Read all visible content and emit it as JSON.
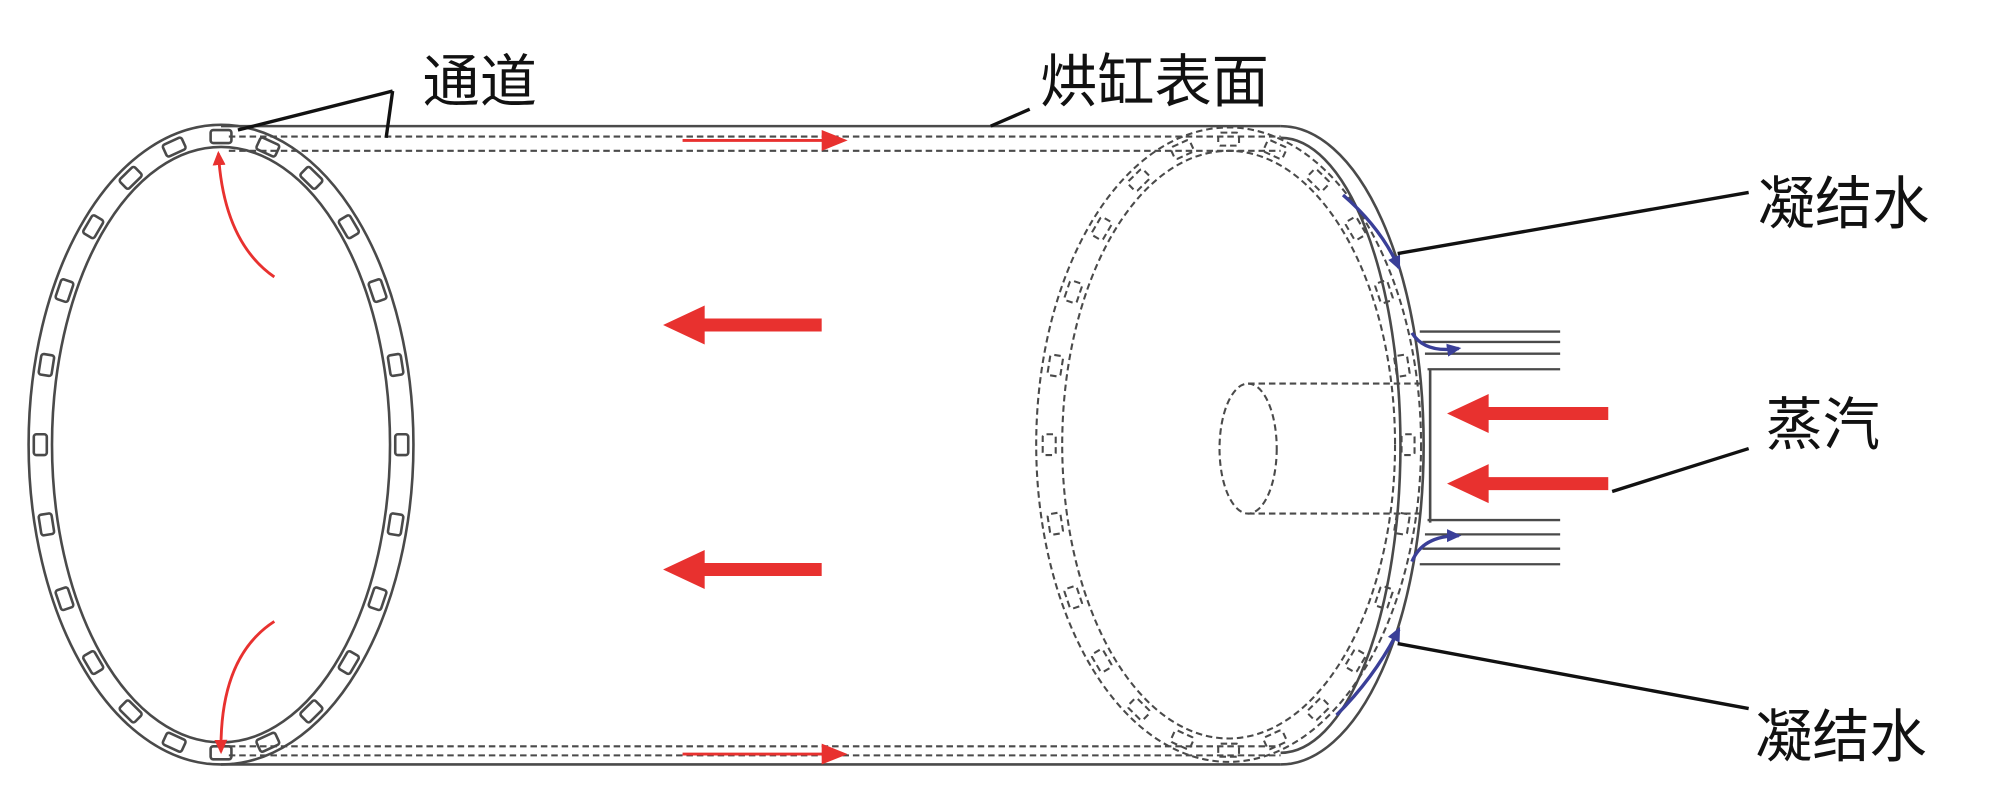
{
  "labels": {
    "channel": "通道",
    "cylinder_surface": "烘缸表面",
    "condensate_top": "凝结水",
    "steam": "蒸汽",
    "condensate_bottom": "凝结水"
  },
  "colors": {
    "flow_arrow": "#e8312f",
    "condensate_arrow": "#3a3f98",
    "outline": "#4a4a4a",
    "leader": "#111111"
  }
}
